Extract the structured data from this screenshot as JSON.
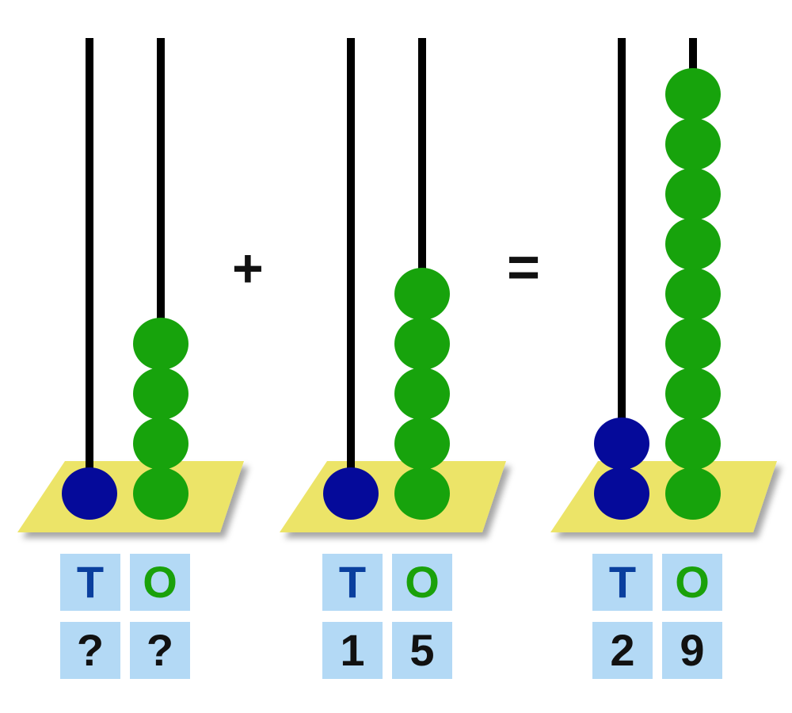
{
  "colors": {
    "rod": "#000000",
    "tens_bead": "#050a9a",
    "ones_bead": "#17a30c",
    "base": "#ece467",
    "card": "#b3d9f5",
    "tens_label": "#0a3f9e",
    "ones_label": "#1aa10a"
  },
  "operators": {
    "plus": "+",
    "equals": "="
  },
  "abacuses": [
    {
      "tens_header": "T",
      "ones_header": "O",
      "tens_digit": "?",
      "ones_digit": "?",
      "tens_beads": 1,
      "ones_beads": 4
    },
    {
      "tens_header": "T",
      "ones_header": "O",
      "tens_digit": "1",
      "ones_digit": "5",
      "tens_beads": 1,
      "ones_beads": 5
    },
    {
      "tens_header": "T",
      "ones_header": "O",
      "tens_digit": "2",
      "ones_digit": "9",
      "tens_beads": 2,
      "ones_beads": 9
    }
  ]
}
